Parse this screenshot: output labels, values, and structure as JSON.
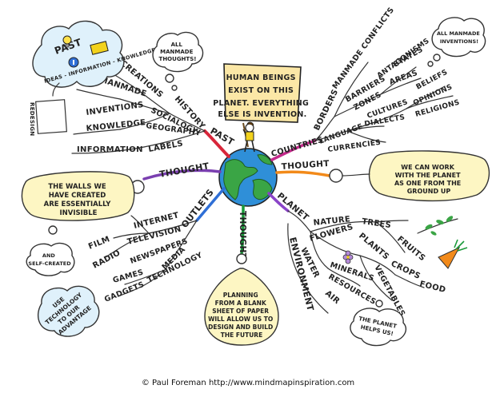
{
  "center": {
    "sign_lines": [
      "HUMAN BEINGS",
      "EXIST ON THIS",
      "PLANET. EVERYTHING",
      "ELSE IS INVENTION."
    ]
  },
  "branches": {
    "past": "PAST",
    "thought_left": "THOUGHT",
    "outlets": "OUTLETS",
    "thought_bottom": "THOUGHT",
    "planet": "PLANET",
    "thought_right": "THOUGHT",
    "countries": "COUNTRIES"
  },
  "past_branch": {
    "history": "HISTORY",
    "creations": "CREATIONS",
    "manmade": "MANMADE",
    "socialogy": "SOCIALOGY",
    "inventions": "INVENTIONS",
    "knowledge": "KNOWLEDGE",
    "geography": "GEOGRAPHY",
    "information": "INFORMATION",
    "labels": "LABELS"
  },
  "past_cloud": {
    "word": "PAST",
    "caption": "IDEAS - INFORMATION - KNOWLEDGE",
    "redesign": "REDESIGN"
  },
  "countries_branch": {
    "borders": "BORDERS",
    "manmade_conflicts": "MANMADE CONFLICTS",
    "barriers": "BARRIERS",
    "antagonisms": "ANTAGONISMS",
    "zones": "ZONES",
    "states": "STATES",
    "areas": "AREAS",
    "cultures": "CULTURES",
    "beliefs": "BELIEFS",
    "opinions": "OPINIONS",
    "religions": "RELIGIONS",
    "language": "LANGUAGE",
    "dialects": "DIALECTS",
    "currencies": "CURRENCIES"
  },
  "outlets_branch": {
    "internet": "INTERNET",
    "film": "FILM",
    "television": "TELEVISION",
    "radio": "RADIO",
    "newspapers": "NEWSPAPERS",
    "media": "MEDIA",
    "games": "GAMES",
    "gadgets": "GADGETS",
    "technology": "TECHNOLOGY"
  },
  "planet_branch": {
    "nature": "NATURE",
    "trees": "TREES",
    "fruits": "FRUITS",
    "flowers": "FLOWERS",
    "plants": "PLANTS",
    "crops": "CROPS",
    "food": "FOOD",
    "water": "WATER",
    "minerals": "MINERALS",
    "resources": "RESOURCES",
    "air": "AIR",
    "vegetables": "VEGETABLES",
    "environment": "ENVIRONMENT"
  },
  "bubbles": {
    "manmade_thoughts": [
      "ALL",
      "MANMADE",
      "THOUGHTS!"
    ],
    "manmade_inventions": [
      "ALL MANMADE",
      "INVENTIONS!"
    ],
    "walls": [
      "THE WALLS WE",
      "HAVE CREATED",
      "ARE ESSENTIALLY",
      "INVISIBLE"
    ],
    "self_created": [
      "AND",
      "SELF-CREATED"
    ],
    "use_technology": [
      "USE",
      "TECHNOLOGY",
      "TO OUR",
      "ADVANTAGE"
    ],
    "planning": [
      "PLANNING",
      "FROM A BLANK",
      "SHEET OF PAPER",
      "WILL ALLOW US TO",
      "DESIGN AND BUILD",
      "THE FUTURE"
    ],
    "work_with_planet": [
      "WE CAN WORK",
      "WITH THE PLANET",
      "AS ONE FROM THE",
      "GROUND UP"
    ],
    "planet_helps": [
      "THE PLANET",
      "HELPS US!"
    ]
  },
  "credit": "© Paul Foreman http://www.mindmapinspiration.com",
  "colors": {
    "past": "#d8263a",
    "thought_left": "#7a3fb0",
    "outlets": "#2f6fd6",
    "thought_bottom": "#1a9a3a",
    "planet": "#8a44c8",
    "thought_right": "#f28a1a",
    "countries": "#c42a8c",
    "earth_sea": "#2f8fd8",
    "earth_land": "#3aa545",
    "sign_fill": "#fbe7a6",
    "bubble_fill": "#fdf6c3",
    "cloud_fill": "#dff1fb"
  }
}
